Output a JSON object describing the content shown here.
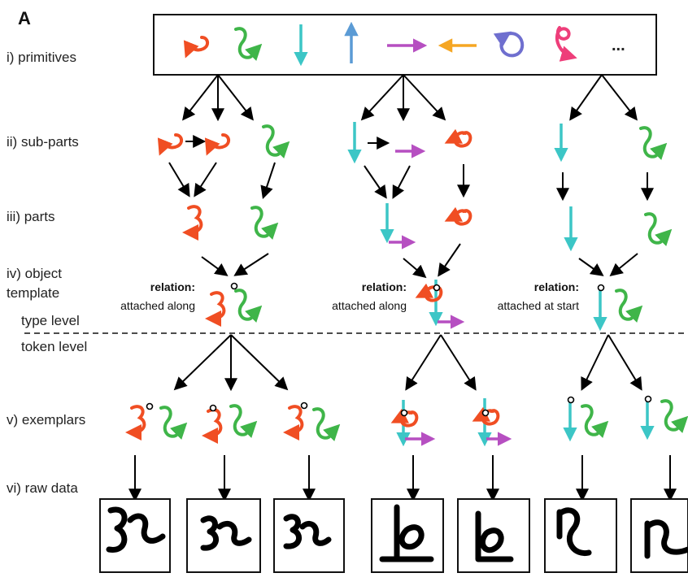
{
  "panel_label": "A",
  "row_labels": {
    "primitives": "i) primitives",
    "subparts": "ii) sub-parts",
    "parts": "iii) parts",
    "object_template_line1": "iv) object",
    "object_template_line2": "template",
    "type_level": "type level",
    "token_level": "token level",
    "exemplars": "v) exemplars",
    "raw_data": "vi) raw data"
  },
  "primitives_ellipsis": "...",
  "relations": [
    {
      "heading": "relation:",
      "text": "attached along"
    },
    {
      "heading": "relation:",
      "text": "attached along"
    },
    {
      "heading": "relation:",
      "text": "attached at start"
    }
  ],
  "colors": {
    "red": "#f04e23",
    "green": "#3fb549",
    "cyan": "#3cc6c6",
    "blue": "#5b9bd5",
    "magenta": "#b64fc1",
    "orange": "#f5a623",
    "purple": "#6f6fcf",
    "pink": "#ee3e7a",
    "arrow": "#000000"
  }
}
